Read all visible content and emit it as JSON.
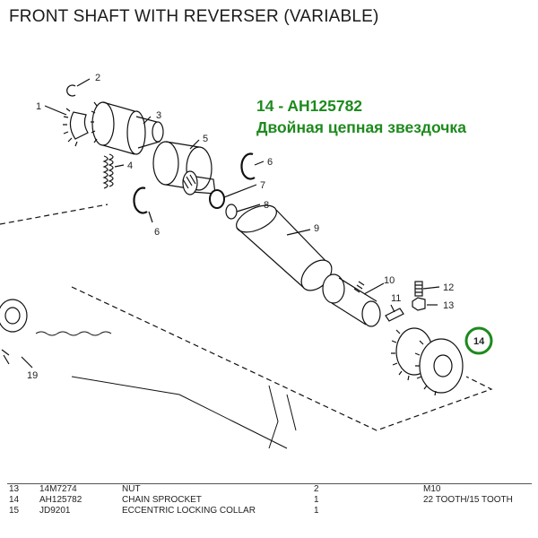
{
  "title": "FRONT SHAFT WITH REVERSER (VARIABLE)",
  "callout": {
    "line1": "14 - AH125782",
    "line2": "Двойная цепная звездочка",
    "color": "#1e8a1e"
  },
  "labels": {
    "l1": "1",
    "l2": "2",
    "l3": "3",
    "l4": "4",
    "l5": "5",
    "l6a": "6",
    "l6b": "6",
    "l7": "7",
    "l8": "8",
    "l9": "9",
    "l10": "10",
    "l11": "11",
    "l12": "12",
    "l13": "13",
    "l14": "14",
    "l19": "19"
  },
  "parts": [
    {
      "no": "13",
      "part": "14M7274",
      "desc": "NUT",
      "qty": "2",
      "remarks": "M10"
    },
    {
      "no": "14",
      "part": "AH125782",
      "desc": "CHAIN SPROCKET",
      "qty": "1",
      "remarks": "22 TOOTH/15 TOOTH"
    },
    {
      "no": "15",
      "part": "JD9201",
      "desc": "ECCENTRIC LOCKING COLLAR",
      "qty": "1",
      "remarks": ""
    }
  ]
}
